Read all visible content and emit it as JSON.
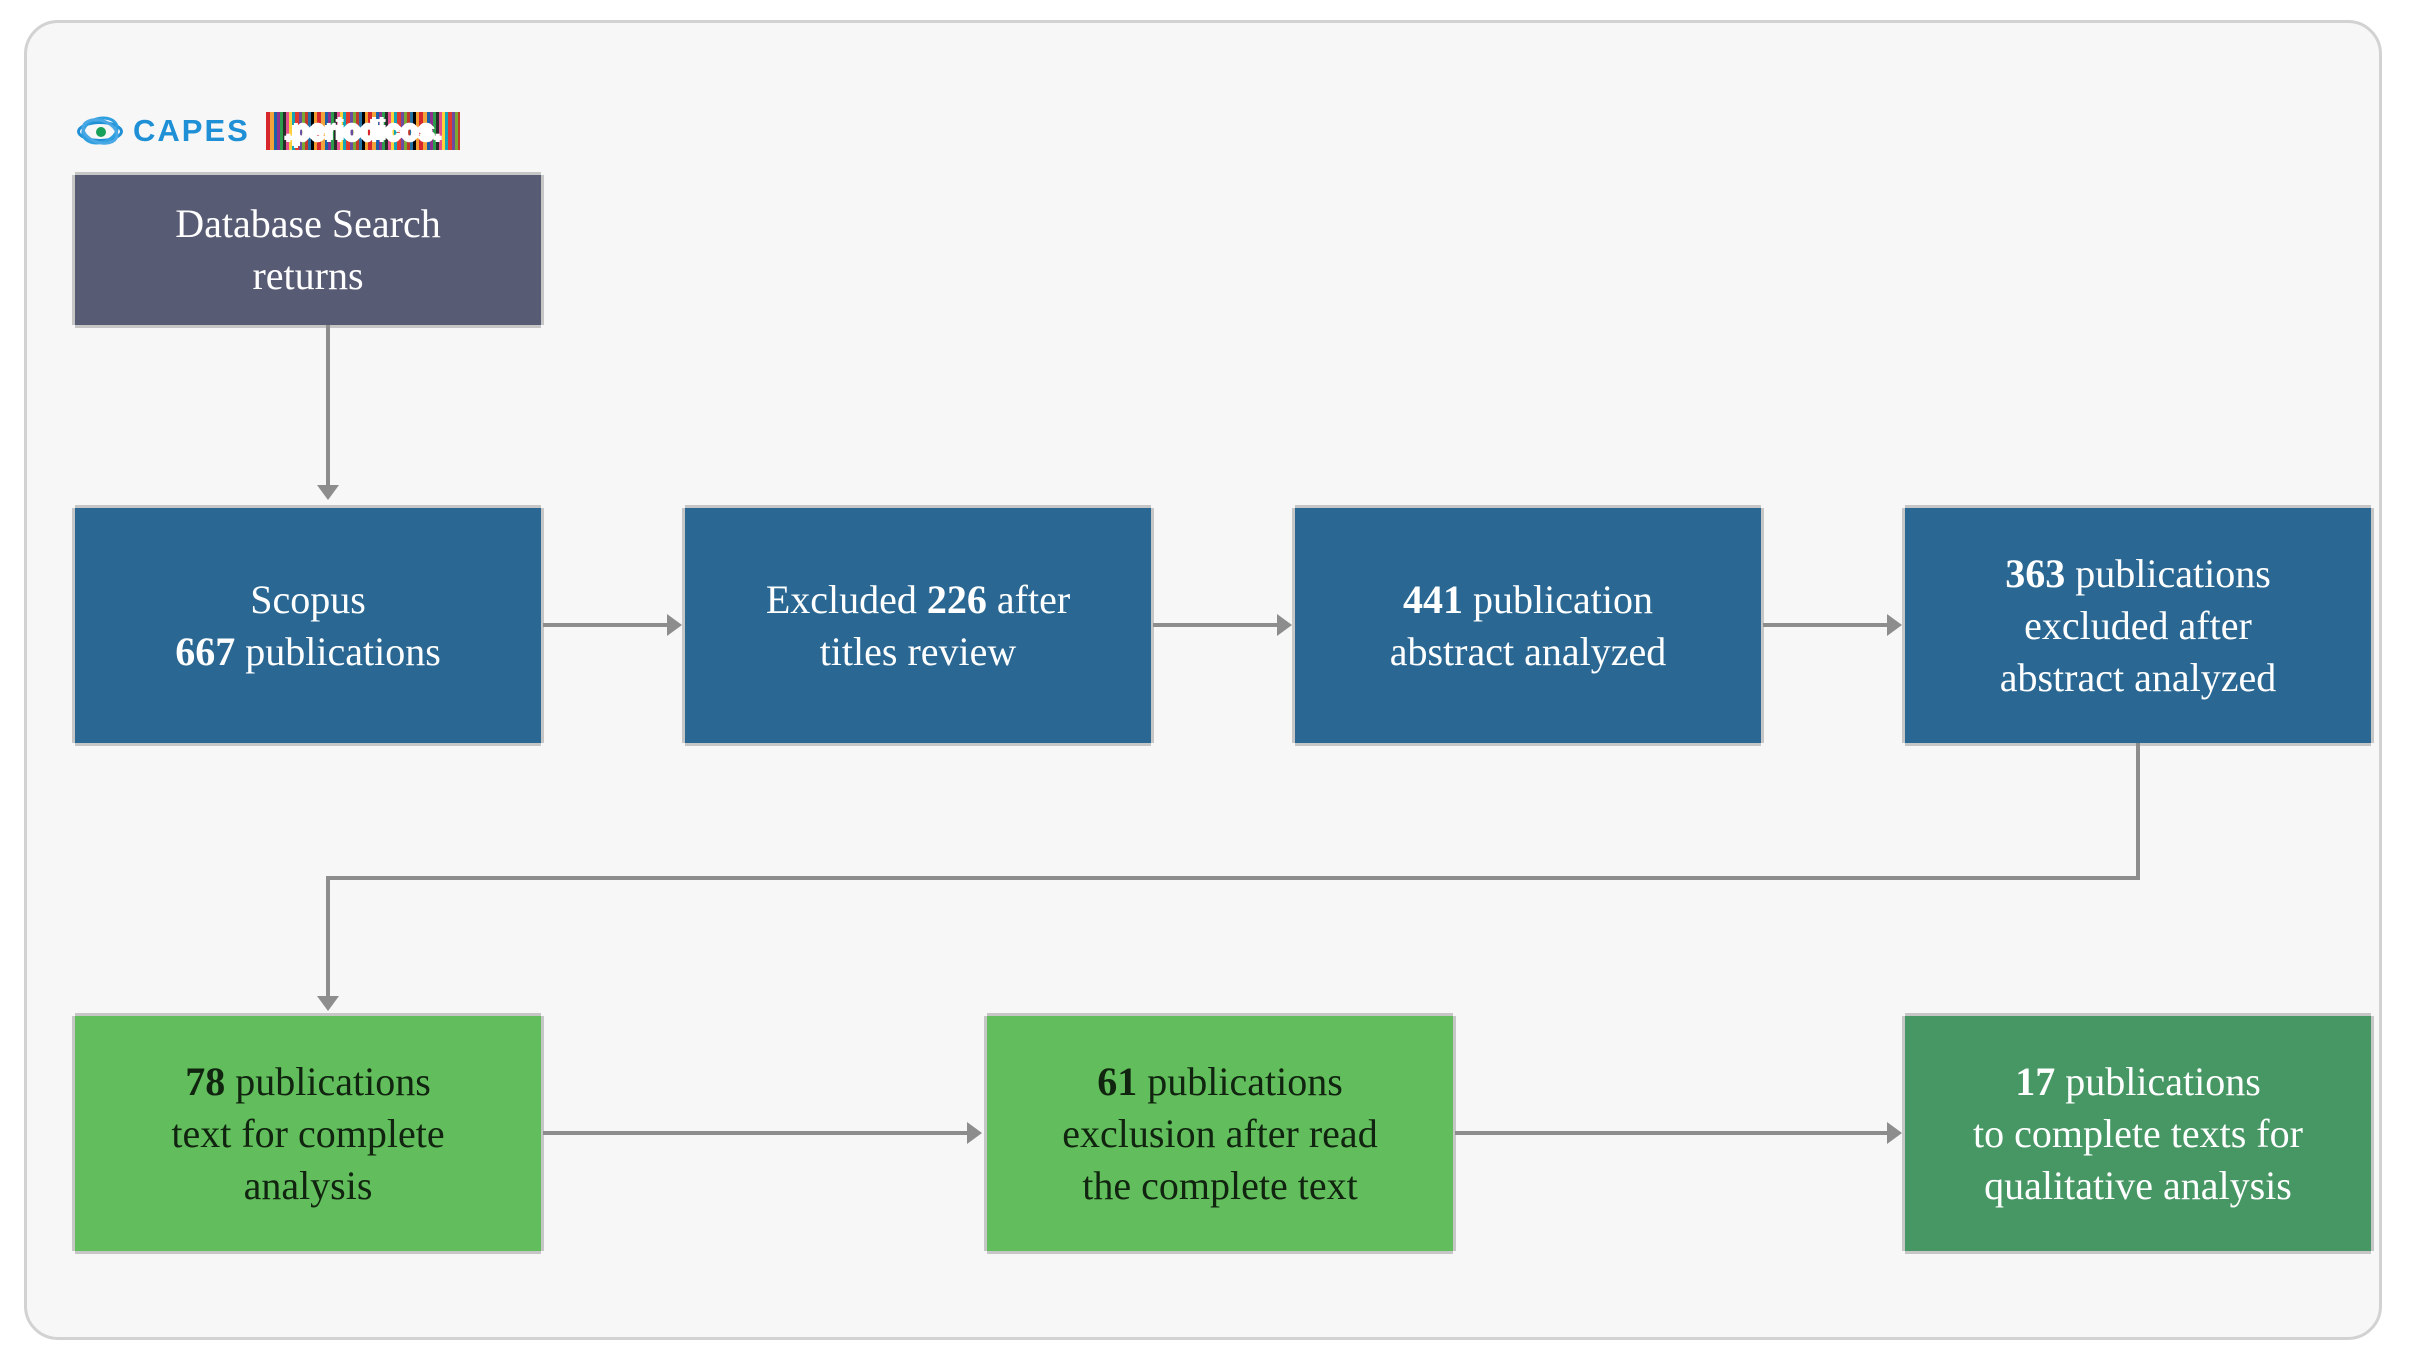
{
  "figure": {
    "frame_bg": "#f7f7f7",
    "frame_border": "#d2d2d2"
  },
  "logo": {
    "capes_word": "CAPES",
    "periodicos_word": ".periodicos.",
    "capes_color": "#1f8fd6"
  },
  "nodes": {
    "database_search": {
      "line1": "Database Search",
      "line2": "returns",
      "color": "#585b74"
    },
    "scopus": {
      "line1": "Scopus",
      "count": "667",
      "line2_rest": " publications",
      "color": "#2a6893"
    },
    "excluded_titles": {
      "pre": "Excluded ",
      "count": "226",
      "post": " after",
      "line2": "titles review",
      "color": "#2a6893"
    },
    "abstract_analyzed": {
      "count": "441",
      "post": " publication",
      "line2": "abstract  analyzed",
      "color": "#2a6893"
    },
    "abstract_excluded": {
      "count": "363",
      "post": " publications",
      "line2": "excluded after",
      "line3": "abstract  analyzed",
      "color": "#2a6893"
    },
    "complete_text": {
      "count": "78",
      "post": " publications",
      "line2": "text for complete",
      "line3": "analysis",
      "color": "#62bd5c"
    },
    "text_exclusion": {
      "count": "61",
      "post": " publications",
      "line2": "exclusion after read",
      "line3": "the complete text",
      "color": "#62bd5c"
    },
    "qualitative": {
      "count": "17",
      "post": " publications",
      "line2": "to complete texts for",
      "line3": "qualitative analysis",
      "color": "#479764"
    }
  },
  "connectors": {
    "color": "#8d8d8d",
    "arrow_database_to_scopus": "vertical-down-arrow",
    "arrow_scopus_to_titles": "horizontal-right-arrow",
    "arrow_titles_to_abstract": "horizontal-right-arrow",
    "arrow_abstract_to_excluded": "horizontal-right-arrow",
    "arrow_excluded_to_complete": "elbow-down-left-down-arrow",
    "arrow_complete_to_exclusion": "horizontal-right-arrow",
    "arrow_exclusion_to_qualitative": "horizontal-right-arrow"
  }
}
